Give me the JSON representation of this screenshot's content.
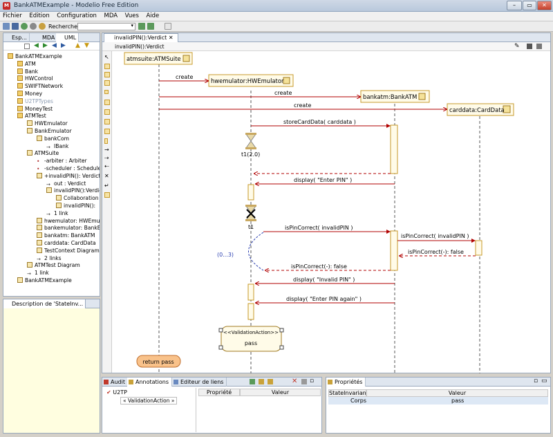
{
  "window": {
    "title": "BankATMExample - Modelio Free Edition",
    "app_icon": "M"
  },
  "menu": [
    "Fichier",
    "Edition",
    "Configuration",
    "MDA",
    "Vues",
    "Aide"
  ],
  "toolbar": {
    "search_label": "Rechercher :"
  },
  "left_tabs": [
    "Esp...",
    "MDA",
    "UML"
  ],
  "tree": [
    {
      "label": "BankATMExample",
      "depth": 0,
      "kind": "pkg"
    },
    {
      "label": "ATM",
      "depth": 1,
      "kind": "pkg"
    },
    {
      "label": "Bank",
      "depth": 1,
      "kind": "pkg"
    },
    {
      "label": "HWControl",
      "depth": 1,
      "kind": "pkg"
    },
    {
      "label": "SWIFTNetwork",
      "depth": 1,
      "kind": "pkg"
    },
    {
      "label": "Money",
      "depth": 1,
      "kind": "pkg"
    },
    {
      "label": "U2TPTypes",
      "depth": 1,
      "kind": "pkg",
      "dim": true
    },
    {
      "label": "MoneyTest",
      "depth": 1,
      "kind": "pkg"
    },
    {
      "label": "ATMTest",
      "depth": 1,
      "kind": "pkg"
    },
    {
      "label": "HWEmulator",
      "depth": 2,
      "kind": "cls"
    },
    {
      "label": "BankEmulator",
      "depth": 2,
      "kind": "cls"
    },
    {
      "label": "bankCom",
      "depth": 3,
      "kind": "cls"
    },
    {
      "label": "IBank",
      "depth": 4,
      "kind": "lnk"
    },
    {
      "label": "ATMSuite",
      "depth": 2,
      "kind": "cls"
    },
    {
      "label": "-arbiter : Arbiter",
      "depth": 3,
      "kind": "att"
    },
    {
      "label": "-scheduler : Scheduler",
      "depth": 3,
      "kind": "att"
    },
    {
      "label": "+invalidPIN(): Verdict",
      "depth": 3,
      "kind": "cls"
    },
    {
      "label": "out : Verdict",
      "depth": 4,
      "kind": "lnk"
    },
    {
      "label": "invalidPIN():Verdict",
      "depth": 4,
      "kind": "cls"
    },
    {
      "label": "Collaboration",
      "depth": 5,
      "kind": "cls"
    },
    {
      "label": "invalidPIN():",
      "depth": 5,
      "kind": "cls"
    },
    {
      "label": "1 link",
      "depth": 4,
      "kind": "lnk"
    },
    {
      "label": "hwemulator: HWEmu",
      "depth": 3,
      "kind": "cls"
    },
    {
      "label": "bankemulator: BankE",
      "depth": 3,
      "kind": "cls"
    },
    {
      "label": "bankatm: BankATM",
      "depth": 3,
      "kind": "cls"
    },
    {
      "label": "carddata: CardData",
      "depth": 3,
      "kind": "cls"
    },
    {
      "label": "TestContext Diagram",
      "depth": 3,
      "kind": "cls"
    },
    {
      "label": "2 links",
      "depth": 3,
      "kind": "lnk"
    },
    {
      "label": "ATMTest Diagram",
      "depth": 2,
      "kind": "cls"
    },
    {
      "label": "1 link",
      "depth": 2,
      "kind": "lnk"
    },
    {
      "label": "BankATMExample",
      "depth": 1,
      "kind": "cls"
    }
  ],
  "description_tab": "Description de 'StateInv...",
  "editor": {
    "tab": "invalidPIN():Verdict",
    "header": "invalidPIN():Verdict"
  },
  "diagram": {
    "lifelines": [
      {
        "id": "atmsuite",
        "label": "atmsuite:ATMSuite"
      },
      {
        "id": "hwemulator",
        "label": "hwemulator:HWEmulator"
      },
      {
        "id": "bankatm",
        "label": "bankatm:BankATM"
      },
      {
        "id": "carddata",
        "label": "carddata:CardData"
      }
    ],
    "messages": [
      "create",
      "create",
      "create",
      "storeCardData( carddata )",
      "display( \"Enter PIN\" )",
      "isPinCorrect( invalidPIN )",
      "isPinCorrect( invalidPIN )",
      "isPinCorrect(-): false",
      "isPinCorrect(-): false",
      "display( \"Invalid PIN\" )",
      "display( \"Enter PIN again\" )"
    ],
    "timer_label": "t1(2.0)",
    "timeout_label": "t1",
    "constraint_label": "(0...3)",
    "validation_stereotype": "<<ValidationAction>>",
    "validation_value": "pass",
    "return_label": "return pass"
  },
  "bottom_left": {
    "tabs": [
      "Audit",
      "Annotations",
      "Editeur de liens"
    ],
    "tree_root": "U2TP",
    "tree_child": "« ValidationAction »",
    "col1": "Propriété",
    "col2": "Valeur"
  },
  "bottom_right": {
    "tab": "Propriétés",
    "col1": "StateInvarian",
    "col2": "Valeur",
    "row_key": "Corps",
    "row_value": "pass"
  }
}
